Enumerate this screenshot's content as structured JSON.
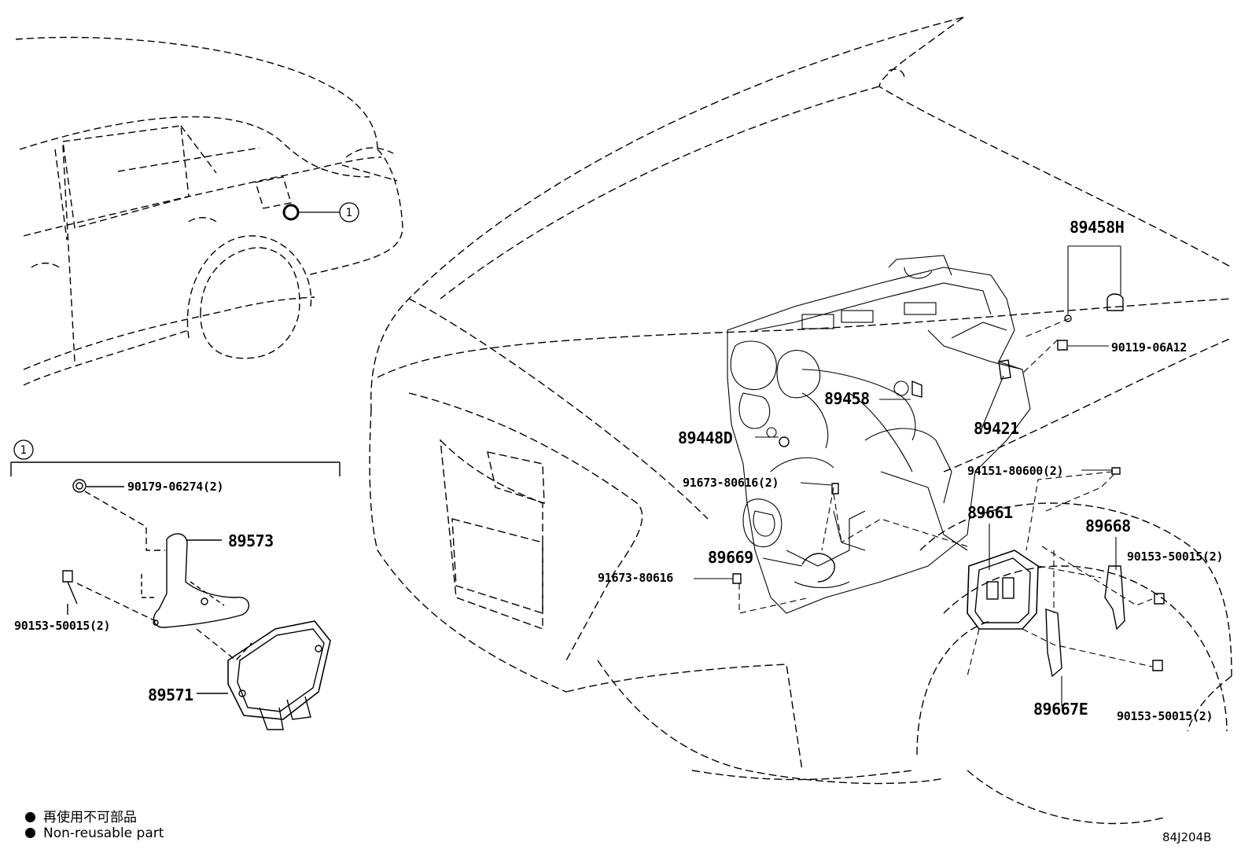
{
  "callout_ref": "1",
  "parts": {
    "p89458H": "89458H",
    "p90119": "90119-06A12",
    "p89458": "89458",
    "p89421": "89421",
    "p89448D": "89448D",
    "p94151": "94151-80600(2)",
    "p91673_2": "91673-80616(2)",
    "p89661": "89661",
    "p89668": "89668",
    "p89669": "89669",
    "p90153_r1": "90153-50015(2)",
    "p91673": "91673-80616",
    "p89667E": "89667E",
    "p90153_r2": "90153-50015(2)",
    "p90179": "90179-06274(2)",
    "p89573": "89573",
    "p90153_l": "90153-50015(2)",
    "p89571": "89571"
  },
  "legend": {
    "line1": "再使用不可部品",
    "line2": "Non-reusable part"
  },
  "diagram_code": "84J204B"
}
